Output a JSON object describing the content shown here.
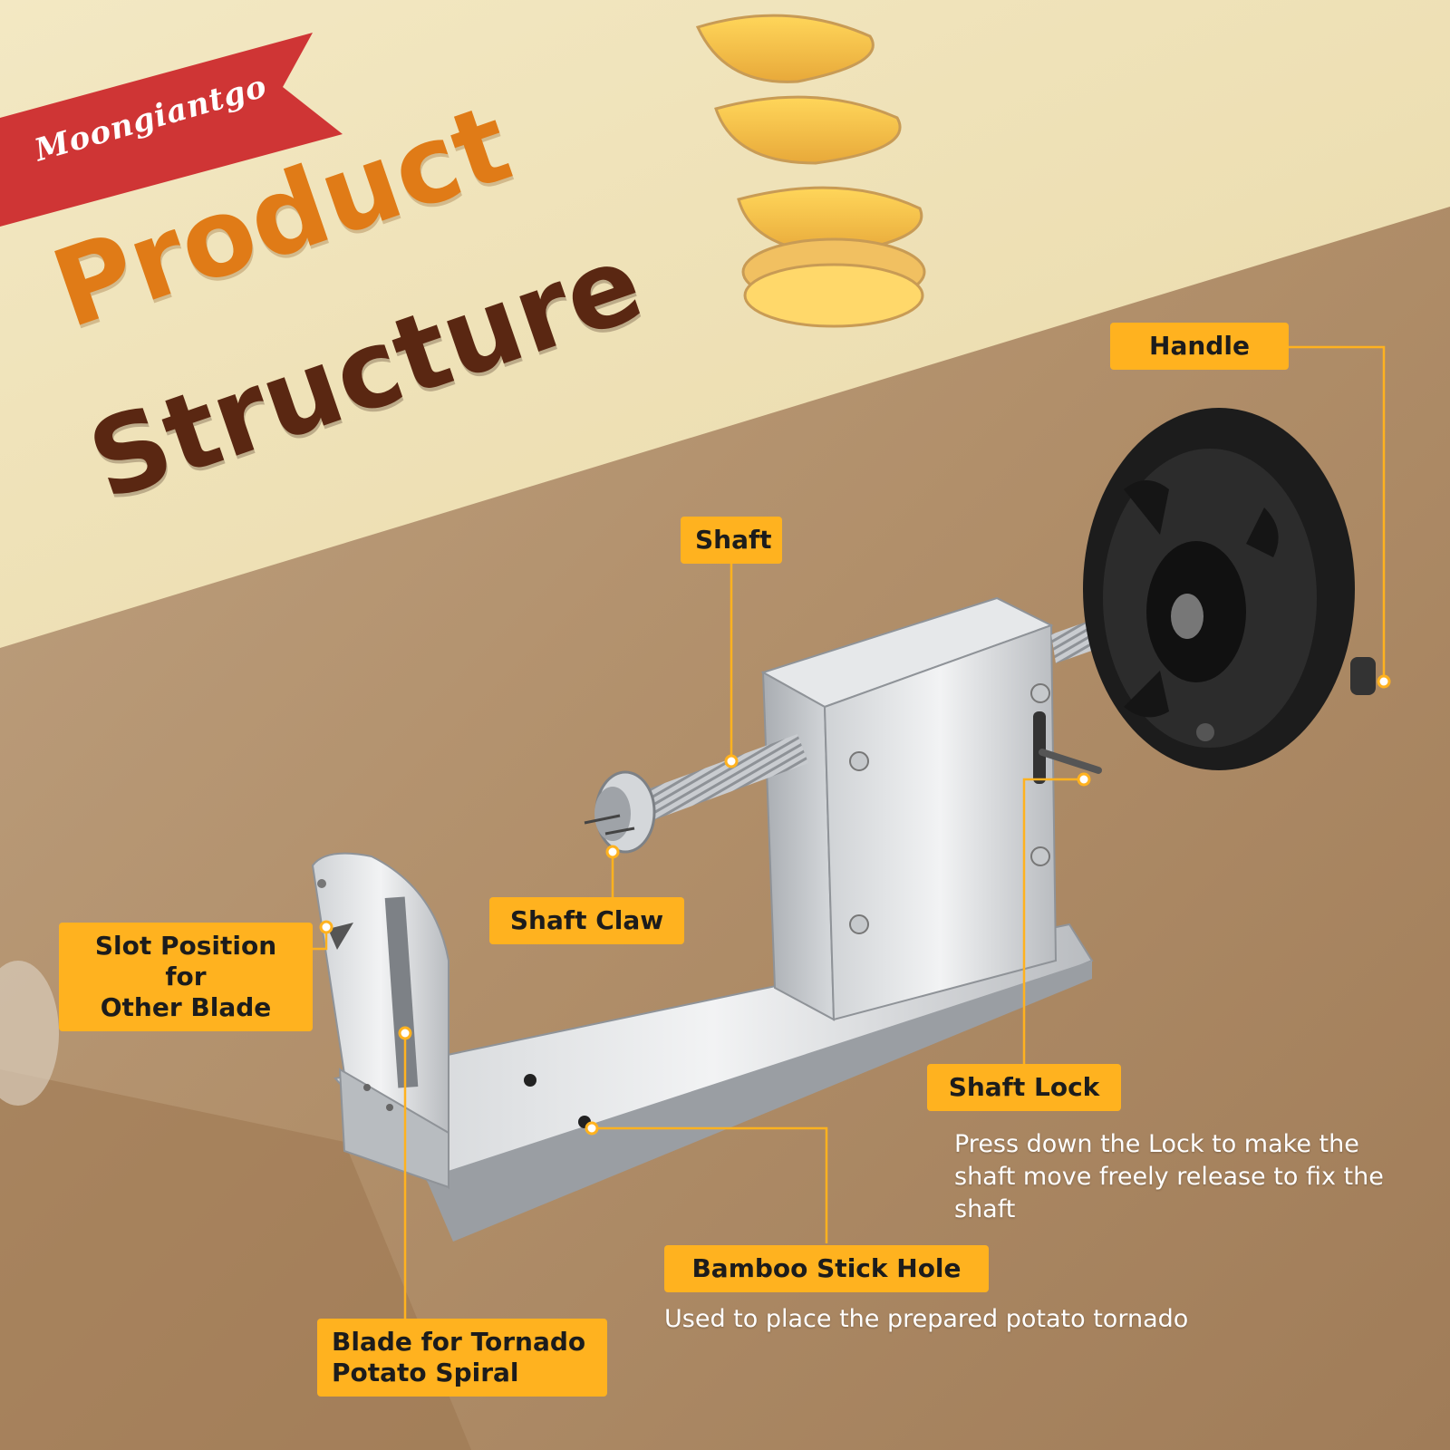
{
  "brand": {
    "name": "Moongiantgo",
    "ribbon_color": "#cf3535"
  },
  "title": {
    "line1": "Product",
    "line2": "Structure",
    "line1_color": "#e07b17",
    "line2_color": "#5a2712"
  },
  "colors": {
    "label_bg": "#ffb21f",
    "cream_band": "#efe2b8",
    "wood_bg": "#b99c79"
  },
  "labels": {
    "handle": "Handle",
    "shaft": "Shaft",
    "shaft_claw": "Shaft Claw",
    "slot_position": "Slot Position for\nOther Blade",
    "shaft_lock": "Shaft Lock",
    "bamboo_hole": "Bamboo Stick Hole",
    "blade": "Blade for Tornado\nPotato Spiral"
  },
  "descriptions": {
    "shaft_lock": "Press down the Lock to make the shaft move freely release to fix the shaft",
    "bamboo_hole": "Used to place the prepared potato tornado"
  }
}
